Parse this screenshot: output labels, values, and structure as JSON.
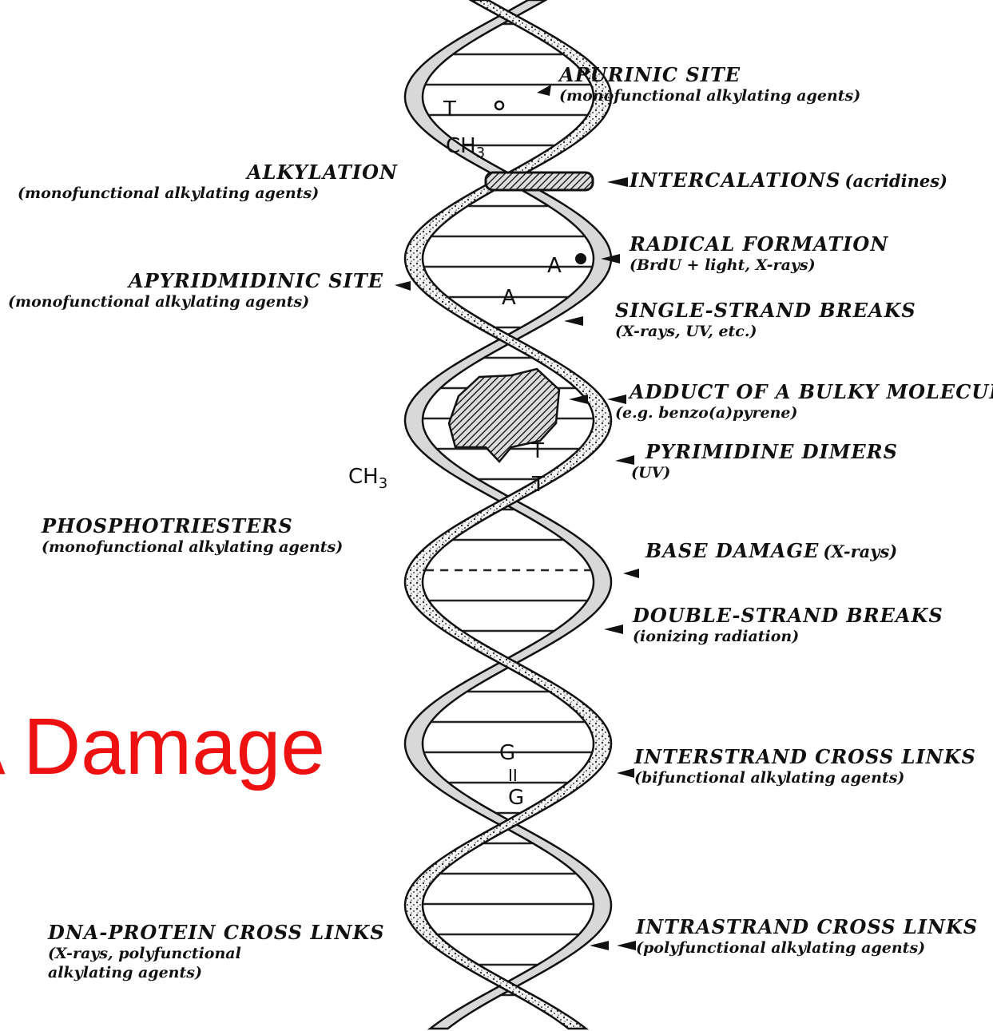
{
  "title": "A Damage",
  "labels": {
    "apurinic": {
      "title": "APURINIC SITE",
      "sub": "(monofunctional alkylating agents)"
    },
    "alkylation": {
      "title": "ALKYLATION",
      "sub": "(monofunctional alkylating agents)"
    },
    "intercalations": {
      "title": "INTERCALATIONS",
      "sub": "(acridines)"
    },
    "radical": {
      "title": "RADICAL FORMATION",
      "sub": "(BrdU + light, X-rays)"
    },
    "apyrimidinic": {
      "title": "APYRIDMIDINIC SITE",
      "sub": "(monofunctional alkylating agents)"
    },
    "single_strand": {
      "title": "SINGLE-STRAND BREAKS",
      "sub": "(X-rays, UV, etc.)"
    },
    "adduct": {
      "title": "ADDUCT OF A BULKY MOLECULE",
      "sub": "(e.g. benzo(a)pyrene)"
    },
    "pyrimidine": {
      "title": "PYRIMIDINE DIMERS",
      "sub": "(UV)"
    },
    "phosphotriesters": {
      "title": "PHOSPHOTRIESTERS",
      "sub": "(monofunctional alkylating agents)"
    },
    "base_damage": {
      "title": "BASE DAMAGE",
      "sub": "(X-rays)"
    },
    "double_strand": {
      "title": "DOUBLE-STRAND BREAKS",
      "sub": "(ionizing radiation)"
    },
    "interstrand": {
      "title": "INTERSTRAND CROSS LINKS",
      "sub": "(bifunctional alkylating agents)"
    },
    "dna_protein": {
      "title": "DNA-PROTEIN CROSS LINKS",
      "sub1": "(X-rays, polyfunctional",
      "sub2": "alkylating agents)"
    },
    "intrastrand": {
      "title": "INTRASTRAND CROSS LINKS",
      "sub": "(polyfunctional alkylating agents)"
    }
  },
  "bases": {
    "t1": "T",
    "ch3_1": "CH",
    "ch3_1_sub": "3",
    "a1": "A",
    "a2": "A",
    "t2": "T",
    "t3": "T",
    "ch3_2": "CH",
    "ch3_2_sub": "3",
    "g1": "G",
    "g2": "G",
    "bond": "II"
  }
}
